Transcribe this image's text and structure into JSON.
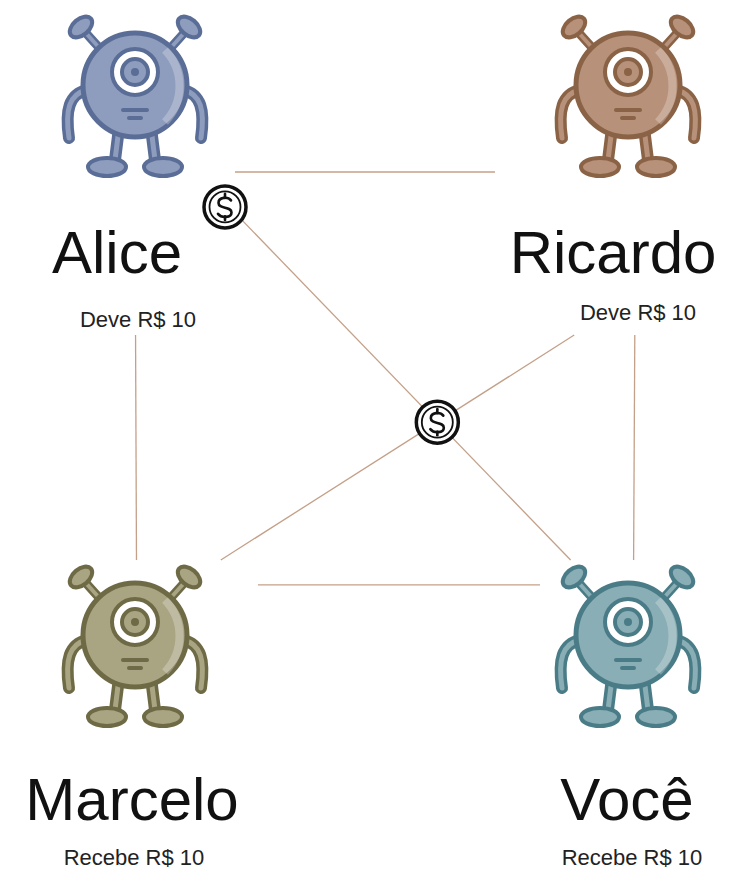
{
  "diagram": {
    "nodes": [
      {
        "text": [
          "Alice",
          "Deve R$ 10"
        ]
      },
      {
        "text": [
          "Ricardo",
          "Deve R$ 10"
        ]
      },
      {
        "text": [
          "Marcelo",
          "Recebe R$ 10"
        ]
      },
      {
        "text": [
          "Você",
          "Recebe R$ 10"
        ]
      }
    ],
    "edges": [
      {
        "from": 0,
        "to": 1,
        "arrow": "none"
      },
      {
        "from": 0,
        "to": 2,
        "arrow": "none"
      },
      {
        "from": 0,
        "to": 3,
        "arrow": "none"
      },
      {
        "from": 1,
        "to": 2,
        "arrow": "none"
      },
      {
        "from": 1,
        "to": 3,
        "arrow": "none"
      },
      {
        "from": 2,
        "to": 3,
        "arrow": "none"
      }
    ]
  }
}
